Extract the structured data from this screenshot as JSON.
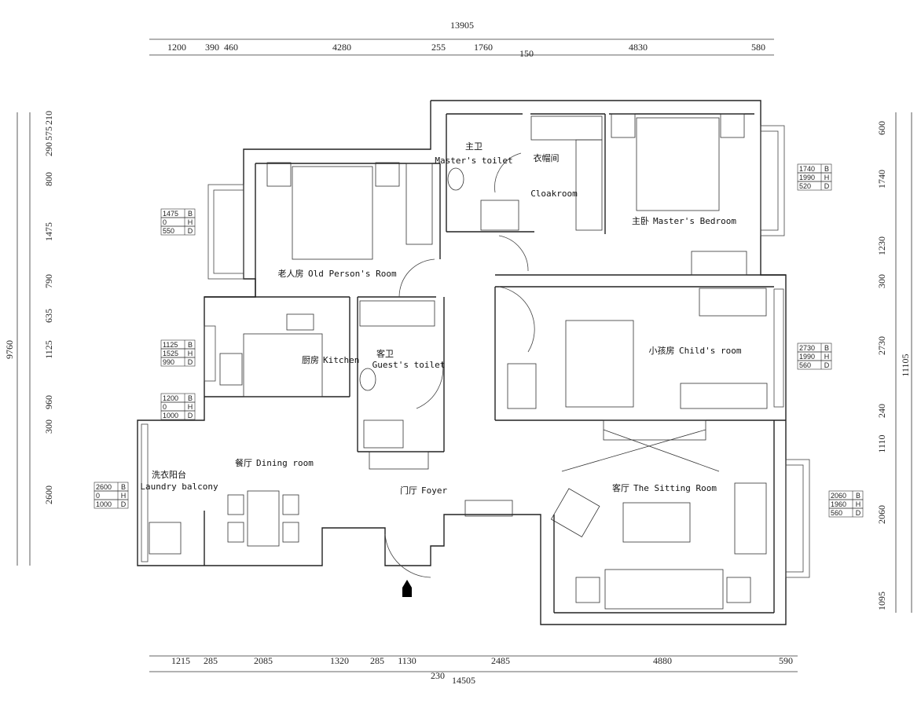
{
  "dimensions": {
    "top": {
      "total": "13905",
      "segments": [
        "1200",
        "390",
        "460",
        "4280",
        "255",
        "1760",
        "150",
        "4830",
        "580"
      ]
    },
    "bottom": {
      "total": "14505",
      "extra": "230",
      "segments": [
        "1215",
        "285",
        "2085",
        "1320",
        "285",
        "1130",
        "2485",
        "4880",
        "590"
      ]
    },
    "left": {
      "total": "9760",
      "segments": [
        "210",
        "575",
        "290",
        "800",
        "1475",
        "790",
        "635",
        "1125",
        "960",
        "300",
        "2600"
      ]
    },
    "right": {
      "total": "11105",
      "segments": [
        "600",
        "1740",
        "1230",
        "300",
        "2730",
        "240",
        "1110",
        "2060",
        "1095"
      ]
    }
  },
  "rooms": [
    {
      "cn": "主卫",
      "en": "Master's toilet"
    },
    {
      "cn": "衣帽间",
      "en": "Cloakroom"
    },
    {
      "cn": "主卧",
      "en": "Master's Bedroom"
    },
    {
      "cn": "老人房",
      "en": "Old Person's Room"
    },
    {
      "cn": "客卫",
      "en": "Guest's toilet"
    },
    {
      "cn": "厨房",
      "en": "Kitchen"
    },
    {
      "cn": "小孩房",
      "en": "Child's room"
    },
    {
      "cn": "餐厅",
      "en": "Dining room"
    },
    {
      "cn": "洗衣阳台",
      "en": "Laundry balcony"
    },
    {
      "cn": "门厅",
      "en": "Foyer"
    },
    {
      "cn": "客厅",
      "en": "The Sitting Room"
    }
  ],
  "window_specs": [
    {
      "values": [
        "1475",
        "0",
        "550"
      ]
    },
    {
      "values": [
        "1125",
        "1525",
        "990"
      ]
    },
    {
      "values": [
        "1200",
        "0",
        "1000"
      ]
    },
    {
      "values": [
        "2600",
        "0",
        "1000"
      ]
    },
    {
      "values": [
        "1740",
        "1990",
        "520"
      ]
    },
    {
      "values": [
        "2730",
        "1990",
        "560"
      ]
    },
    {
      "values": [
        "2060",
        "1960",
        "560"
      ]
    }
  ],
  "spec_keys": [
    "B",
    "H",
    "D"
  ],
  "colors": {
    "wall": "#222222",
    "line": "#555555"
  }
}
